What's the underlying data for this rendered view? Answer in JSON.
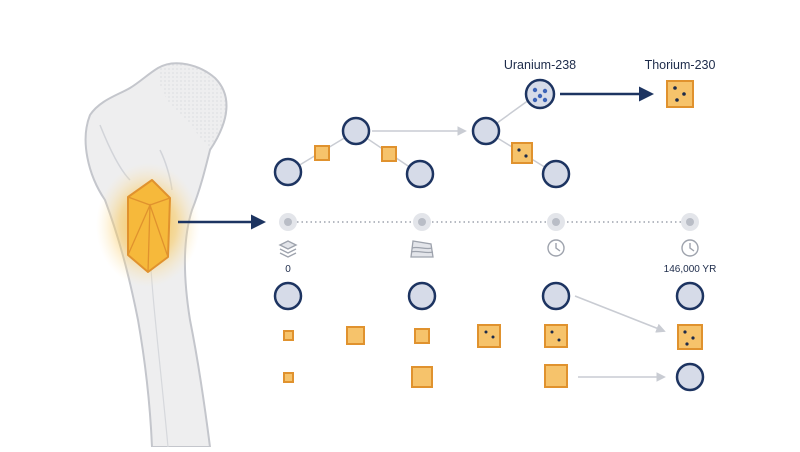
{
  "labels": {
    "uranium": "Uranium-238",
    "thorium": "Thorium-230",
    "time_start": "0",
    "time_end": "146,000 YR"
  },
  "icons": [
    "bone-femur-icon",
    "crystal-icon",
    "sediment-layers-icon",
    "strata-icon",
    "clock-icon"
  ],
  "colors": {
    "navy": "#1d3461",
    "circle_fill": "#d6dbe8",
    "box_fill": "#f6c36b",
    "box_stroke": "#e0922e",
    "crystal_glow": "#f7b731",
    "grey_arrow": "#c9ccd3",
    "bone_fill": "#eeeeef",
    "bone_stroke": "#c4c6cc"
  }
}
